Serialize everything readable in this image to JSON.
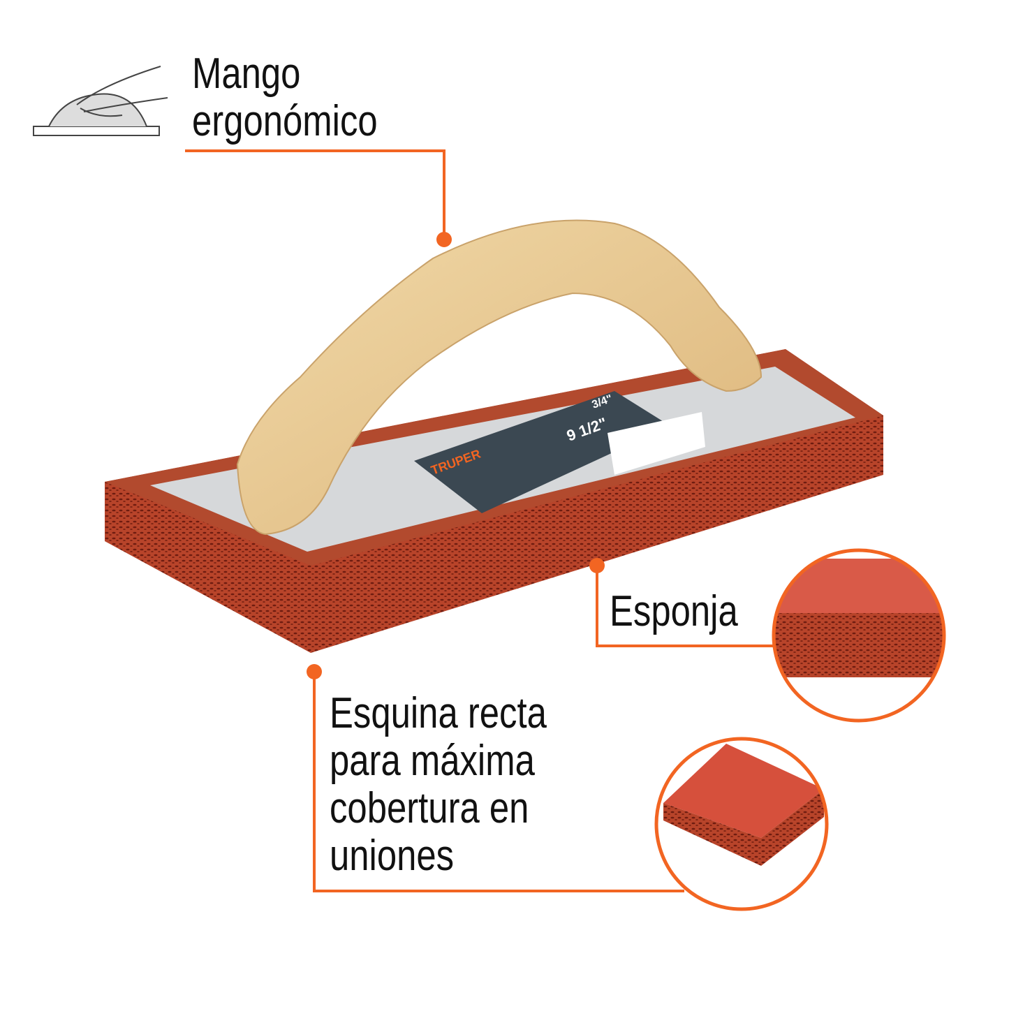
{
  "labels": {
    "handle": [
      "Mango",
      "ergonómico"
    ],
    "sponge": "Esponja",
    "corner": [
      "Esquina recta",
      "para máxima",
      "cobertura en",
      "uniones"
    ]
  },
  "product_label": {
    "brand": "TRUPER",
    "size_thickness": "3/4\"",
    "size_length": "9 1/2\""
  },
  "colors": {
    "accent": "#f26522",
    "sponge": "#b8442a",
    "wood": "#e8c894",
    "plate": "#d6d8da",
    "label_bg": "#3b4852"
  }
}
